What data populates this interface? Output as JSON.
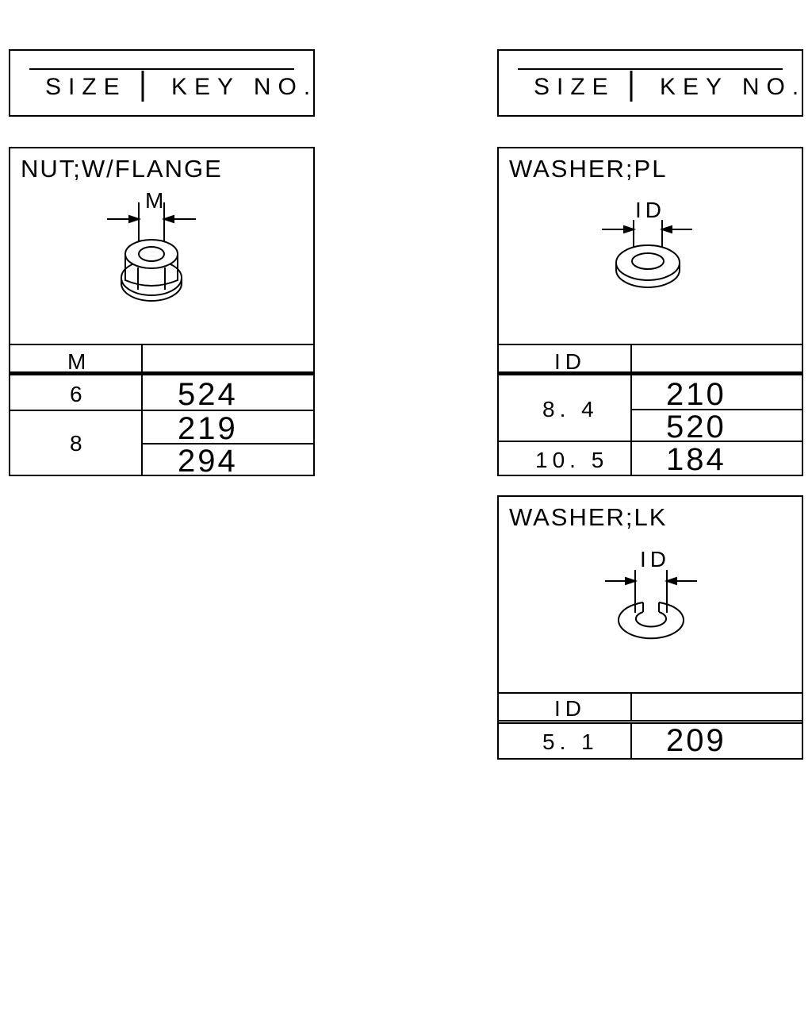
{
  "legend_left": {
    "size_label": "SIZE",
    "key_label": "KEY NO."
  },
  "legend_right": {
    "size_label": "SIZE",
    "key_label": "KEY NO."
  },
  "nut_flange": {
    "title": "NUT;W/FLANGE",
    "dimension_label": "M",
    "column_header": "M",
    "rows": [
      {
        "size": "6",
        "keys": [
          "524"
        ]
      },
      {
        "size": "8",
        "keys": [
          "219",
          "294"
        ]
      }
    ]
  },
  "washer_pl": {
    "title": "WASHER;PL",
    "dimension_label": "ID",
    "column_header": "ID",
    "rows": [
      {
        "size": "8. 4",
        "keys": [
          "210",
          "520"
        ]
      },
      {
        "size": "10. 5",
        "keys": [
          "184"
        ]
      }
    ]
  },
  "washer_lk": {
    "title": "WASHER;LK",
    "dimension_label": "ID",
    "column_header": "ID",
    "rows": [
      {
        "size": "5. 1",
        "keys": [
          "209"
        ]
      }
    ]
  },
  "icons": [
    "flange-nut-icon",
    "plain-washer-icon",
    "lock-washer-icon"
  ]
}
